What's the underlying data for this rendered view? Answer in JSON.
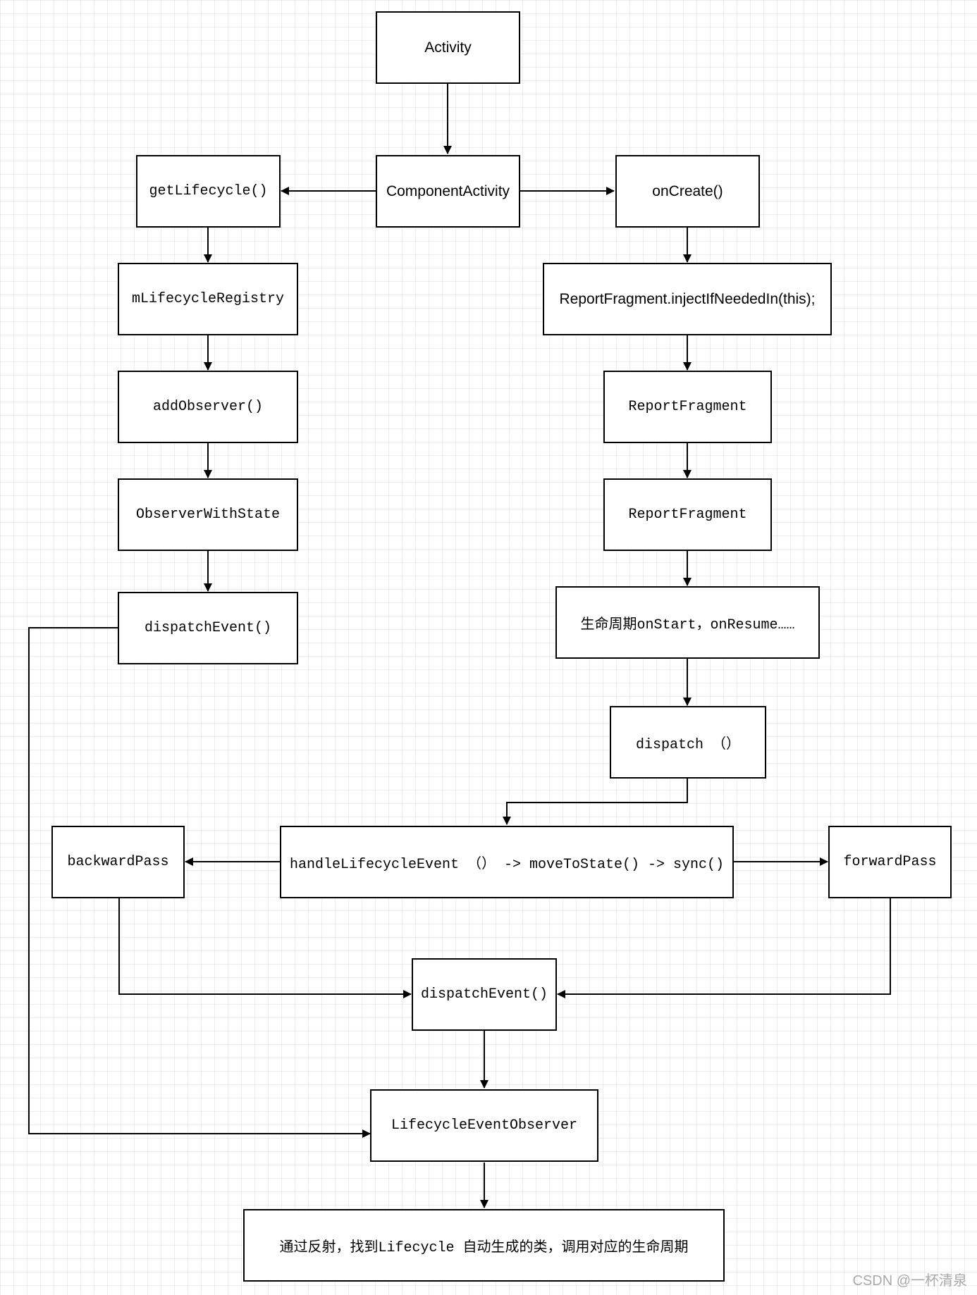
{
  "nodes": {
    "activity": "Activity",
    "component_activity": "ComponentActivity",
    "get_lifecycle": "getLifecycle()",
    "on_create": "onCreate()",
    "m_lifecycle_registry": "mLifecycleRegistry",
    "report_fragment_inject": "ReportFragment.injectIfNeededIn(this);",
    "add_observer": "addObserver()",
    "report_fragment_1": "ReportFragment",
    "observer_with_state": "ObserverWithState",
    "report_fragment_2": "ReportFragment",
    "dispatch_event_left": "dispatchEvent()",
    "lifecycle_callbacks": "生命周期onStart，onResume……",
    "dispatch": "dispatch （）",
    "backward_pass": "backwardPass",
    "handle_lifecycle_event": "handleLifecycleEvent （） -> moveToState() -> sync()",
    "forward_pass": "forwardPass",
    "dispatch_event_center": "dispatchEvent()",
    "lifecycle_event_observer": "LifecycleEventObserver",
    "reflection_note": "通过反射，找到Lifecycle 自动生成的类，调用对应的生命周期"
  },
  "watermark": "CSDN @一杯清泉",
  "colors": {
    "stroke": "#000000",
    "background": "#ffffff",
    "grid": "#e6e6e6",
    "watermark": "#a9a9a9"
  }
}
